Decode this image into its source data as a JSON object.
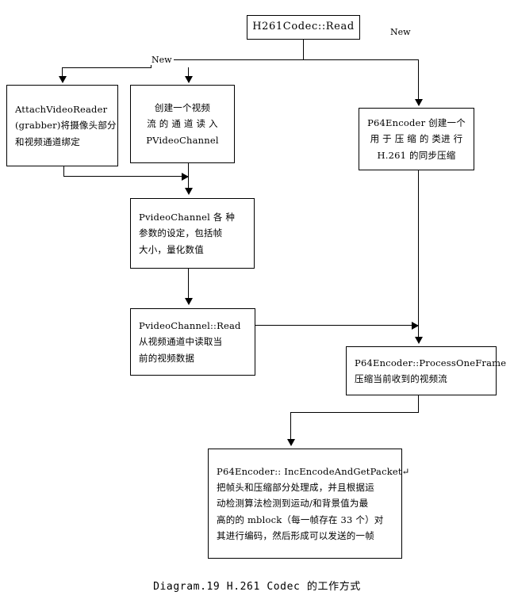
{
  "diagram": {
    "caption": "Diagram.19 H.261 Codec 的工作方式",
    "edge_labels": {
      "new_left": "New",
      "new_right": "New"
    },
    "nodes": {
      "h261_codec_read": {
        "lines": [
          "H261Codec::Read"
        ]
      },
      "attach_video_reader": {
        "lines": [
          "AttachVideoReader",
          "(grabber)将摄像头部分",
          "和视频通道绑定"
        ]
      },
      "create_video_stream": {
        "lines": [
          "创建一个视频",
          "流 的 通 道 读 入",
          "PVideoChannel"
        ]
      },
      "p64encoder_create": {
        "lines": [
          "P64Encoder 创建一个",
          "用 于 压 缩 的 类进 行",
          "H.261 的同步压缩"
        ]
      },
      "pvideochannel_params": {
        "lines": [
          "PvideoChannel 各 种",
          "参数的设定，包括帧",
          "大小，量化数值"
        ]
      },
      "pvideochannel_read": {
        "lines": [
          "PvideoChannel::Read",
          "从视频通道中读取当",
          "前的视频数据"
        ]
      },
      "process_one_frame": {
        "lines": [
          "P64Encoder::ProcessOneFrame",
          "压缩当前收到的视频流"
        ]
      },
      "inc_encode_and_get_packet": {
        "lines": [
          "P64Encoder:: IncEncodeAndGetPacket↵",
          "把帧头和压缩部分处理成，并且根据运",
          "动检测算法检测到运动/和背景值为最",
          "高的的 mblock（每一帧存在 33 个）对",
          "其进行编码，然后形成可以发送的一帧"
        ]
      }
    }
  }
}
